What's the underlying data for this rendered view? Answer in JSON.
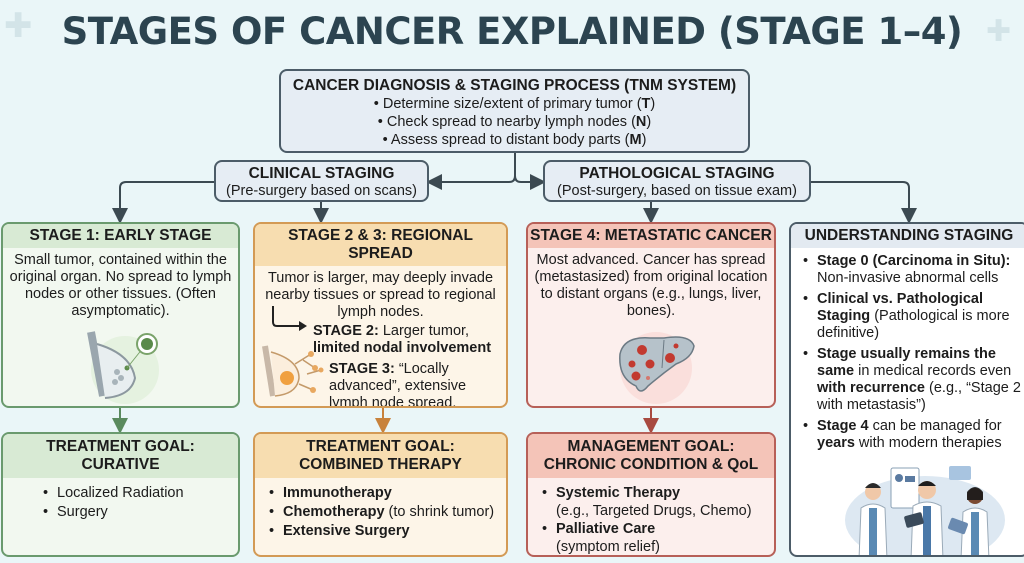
{
  "title": "STAGES OF CANCER EXPLAINED (STAGE 1–4)",
  "tnm": {
    "heading": "CANCER DIAGNOSIS & STAGING PROCESS (TNM SYSTEM)",
    "items": [
      {
        "text": "• Determine size/extent of primary tumor (",
        "code": "T",
        "end": ")"
      },
      {
        "text": "• Check spread to nearby lymph nodes (",
        "code": "N",
        "end": ")"
      },
      {
        "text": "• Assess spread to distant body parts (",
        "code": "M",
        "end": ")"
      }
    ]
  },
  "staging_types": {
    "clinical": {
      "title": "CLINICAL STAGING",
      "subtitle": "(Pre-surgery based on scans)"
    },
    "pathological": {
      "title": "PATHOLOGICAL STAGING",
      "subtitle": "(Post-surgery, based on tissue exam)"
    }
  },
  "stages": {
    "stage1": {
      "title": "STAGE 1: EARLY STAGE",
      "description": "Small tumor, contained within the original organ. No spread to lymph nodes or other tissues. (Often asymptomatic).",
      "illustration": "breast-early-tumor-illustration",
      "color": "#6a9a6e"
    },
    "stage23": {
      "title": "STAGE 2 & 3: REGIONAL SPREAD",
      "description": "Tumor is larger, may deeply invade nearby tissues or spread to regional lymph nodes.",
      "stage2_label": "STAGE 2:",
      "stage2_text": " Larger tumor,",
      "stage2_bold": "limited nodal involvement",
      "stage3_label": "STAGE 3:",
      "stage3_text": " “Locally advanced”, extensive lymph node spread.",
      "illustration": "breast-lymph-spread-illustration",
      "color": "#d39a55"
    },
    "stage4": {
      "title": "STAGE 4: METASTATIC CANCER",
      "description": "Most advanced. Cancer has spread (metastasized) from original location to distant organs (e.g., lungs, liver, bones).",
      "illustration": "liver-metastasis-illustration",
      "color": "#b76058"
    }
  },
  "goals": {
    "stage1": {
      "title_line1": "TREATMENT GOAL:",
      "title_line2": "CURATIVE",
      "items": [
        "Localized Radiation",
        "Surgery"
      ]
    },
    "stage23": {
      "title_line1": "TREATMENT GOAL:",
      "title_line2": "COMBINED THERAPY",
      "items": [
        {
          "bold": "Immunotherapy",
          "rest": ""
        },
        {
          "bold": "Chemotherapy",
          "rest": " (to shrink tumor)"
        },
        {
          "bold": "Extensive Surgery",
          "rest": ""
        }
      ]
    },
    "stage4": {
      "title_line1": "MANAGEMENT GOAL:",
      "title_line2": "CHRONIC CONDITION & QoL",
      "items": [
        {
          "bold": "Systemic Therapy",
          "rest": "(e.g., Targeted Drugs, Chemo)"
        },
        {
          "bold": "Palliative Care",
          "rest": "(symptom relief)"
        }
      ]
    }
  },
  "understanding": {
    "title": "UNDERSTANDING STAGING",
    "items": [
      {
        "bold": "Stage 0 (Carcinoma in Situ):",
        "rest": " Non-invasive abnormal cells"
      },
      {
        "bold": "Clinical vs. Pathological Staging",
        "rest": " (Pathological is more definitive)"
      },
      {
        "bold": "Stage usually remains the same",
        "rest": " in medical records even ",
        "bold2": "with recurrence",
        "rest2": " (e.g., “Stage 2 with metastasis”)"
      },
      {
        "bold": "Stage 4",
        "rest": " can be managed for ",
        "bold2": "years",
        "rest2": " with modern therapies"
      }
    ],
    "illustration": "doctors-team-illustration"
  }
}
